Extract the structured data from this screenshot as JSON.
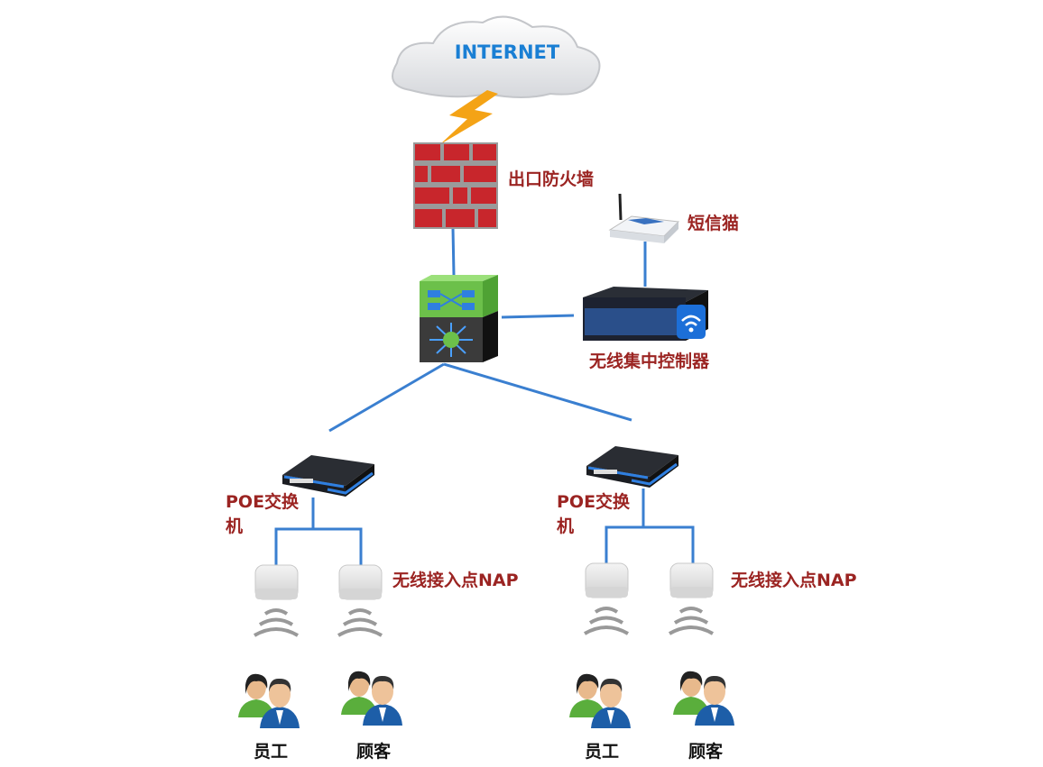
{
  "diagram": {
    "internet": {
      "label": "INTERNET",
      "icon": "cloud-icon"
    },
    "firewall": {
      "label": "出口防火墙",
      "icon": "brick-firewall-icon"
    },
    "core_switch": {
      "icon": "layer3-switch-icon"
    },
    "sms_modem": {
      "label": "短信猫",
      "icon": "wireless-router-icon"
    },
    "controller": {
      "label": "无线集中控制器",
      "icon": "rack-server-wifi-icon"
    },
    "branches": [
      {
        "poe_label_line1": "POE交换",
        "poe_label_line2": "机",
        "ap_label": "无线接入点NAP",
        "users": [
          "员工",
          "顾客"
        ]
      },
      {
        "poe_label_line1": "POE交换",
        "poe_label_line2": "机",
        "ap_label": "无线接入点NAP",
        "users": [
          "员工",
          "顾客"
        ]
      }
    ],
    "colors": {
      "link": "#3a7fd0",
      "label": "#9b2422",
      "internet_text": "#1a7fd4",
      "firewall": "#c8262c",
      "switch_top": "#6cc04a"
    }
  }
}
